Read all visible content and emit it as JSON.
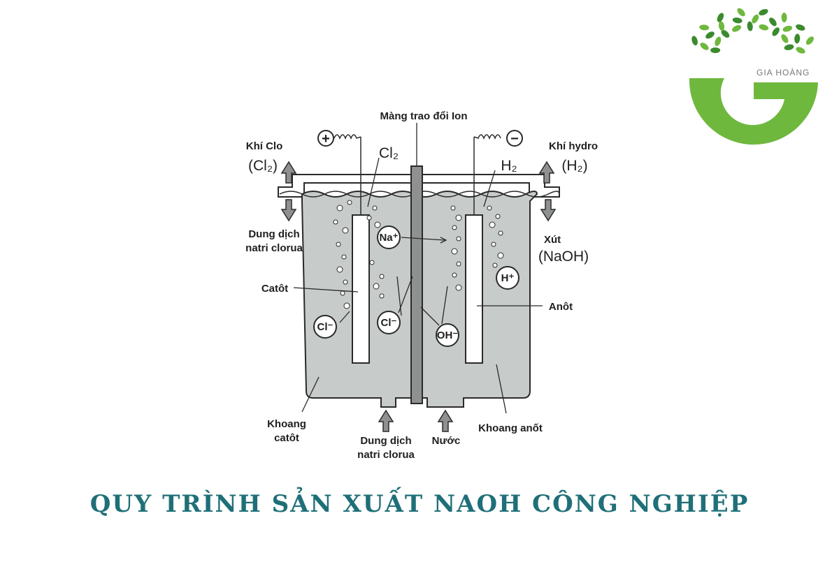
{
  "colors": {
    "electrolyte": "#c7cbc9",
    "outline": "#2a2a2a",
    "arrow_fill": "#8e9190",
    "title": "#1f6f78",
    "logo_green": "#6fb83e",
    "logo_dark_green": "#3c8a2e"
  },
  "logo": {
    "icon": "gia-hoang-leaf-g-logo",
    "text": "GIA HOÀNG"
  },
  "diagram": {
    "membrane_label": "Màng trao đổi Ion",
    "plus_terminal": "+",
    "minus_terminal": "−",
    "cl2_gas_label": "Khí Clo",
    "cl2_formula": "(Cl₂)",
    "cl2_bubble_label": "Cl₂",
    "h2_gas_label": "Khí hydro",
    "h2_formula": "(H₂)",
    "h2_bubble_label": "H₂",
    "brine_out_line1": "Dung dịch",
    "brine_out_line2": "natri clorua",
    "caustic_label": "Xút",
    "caustic_formula": "(NaOH)",
    "cathode_label": "Catôt",
    "anode_label": "Anôt",
    "ion_na": "Na⁺",
    "ion_h": "H⁺",
    "ion_cl_left": "Cl⁻",
    "ion_cl_mid": "Cl⁻",
    "ion_oh": "OH⁻",
    "cathode_chamber_line1": "Khoang",
    "cathode_chamber_line2": "catôt",
    "brine_in_line1": "Dung dịch",
    "brine_in_line2": "natri clorua",
    "water_in": "Nước",
    "anode_chamber": "Khoang anốt"
  },
  "title": "QUY TRÌNH SẢN XUẤT NAOH CÔNG NGHIỆP"
}
